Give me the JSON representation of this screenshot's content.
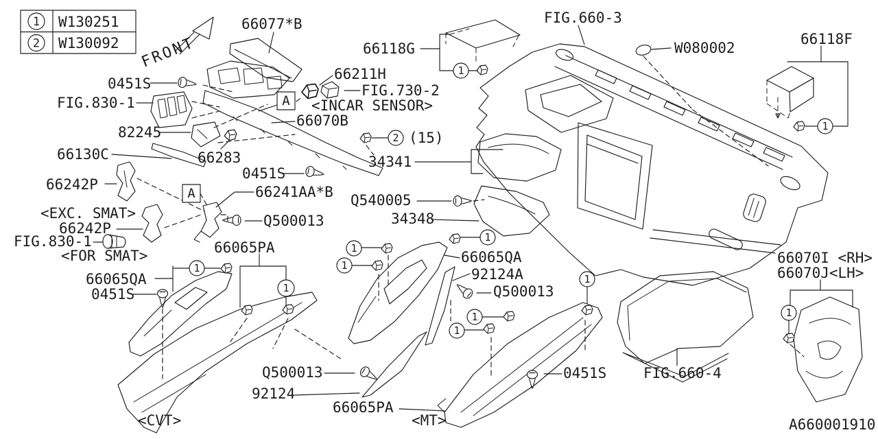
{
  "colors": {
    "background": "#ffffff",
    "line": "#1c1c1c"
  },
  "legend": {
    "row1_num": "1",
    "row1_code": "W130251",
    "row2_num": "2",
    "row2_code": "W130092"
  },
  "orientation": {
    "front_label": "FRONT"
  },
  "callouts": {
    "one": "1",
    "two": "2",
    "qty_note": "(15)"
  },
  "section_markers": {
    "a": "A"
  },
  "labels": {
    "visor_pad": "66077*B",
    "bracket_66118g": "66118G",
    "fig_660_3": "FIG.660-3",
    "grommet_w080002": "W080002",
    "bracket_66118f": "66118F",
    "screw_0451s_top": "0451S",
    "fig_830_1_vent": "FIG.830-1",
    "sensor_66211h": "66211H",
    "fig_730_2": "FIG.730-2",
    "incar_sensor_note": "<INCAR SENSOR>",
    "garnish_66070b": "66070B",
    "key_82245": "82245",
    "strip_66130c": "66130C",
    "clip_66283": "66283",
    "screw_0451s_mid": "0451S",
    "column_34341": "34341",
    "screw_q540005": "Q540005",
    "column_34348": "34348",
    "bracket_66242p_upper": "66242P",
    "exc_smat_note": "<EXC. SMAT>",
    "bracket_66242p_lower": "66242P",
    "fig_830_1_smat": "FIG.830-1",
    "for_smat_note": "<FOR SMAT>",
    "bracket_66241aa": "66241AA*B",
    "screw_q500013_a": "Q500013",
    "console_66065pa_cvt": "66065PA",
    "console_66065qa_cvt": "66065QA",
    "screw_0451s_cvt": "0451S",
    "cvt_note": "<CVT>",
    "console_66065qa_mt": "66065QA",
    "plate_92124a": "92124A",
    "screw_q500013_b": "Q500013",
    "screw_q500013_c": "Q500013",
    "boot_92124": "92124",
    "console_66065pa_mt": "66065PA",
    "mt_note": "<MT>",
    "screw_0451s_mt": "0451S",
    "fig_660_4": "FIG.660-4",
    "panel_66070i": "66070I <RH>",
    "panel_66070j": "66070J<LH>"
  },
  "footer": {
    "diagram_id": "A660001910"
  }
}
